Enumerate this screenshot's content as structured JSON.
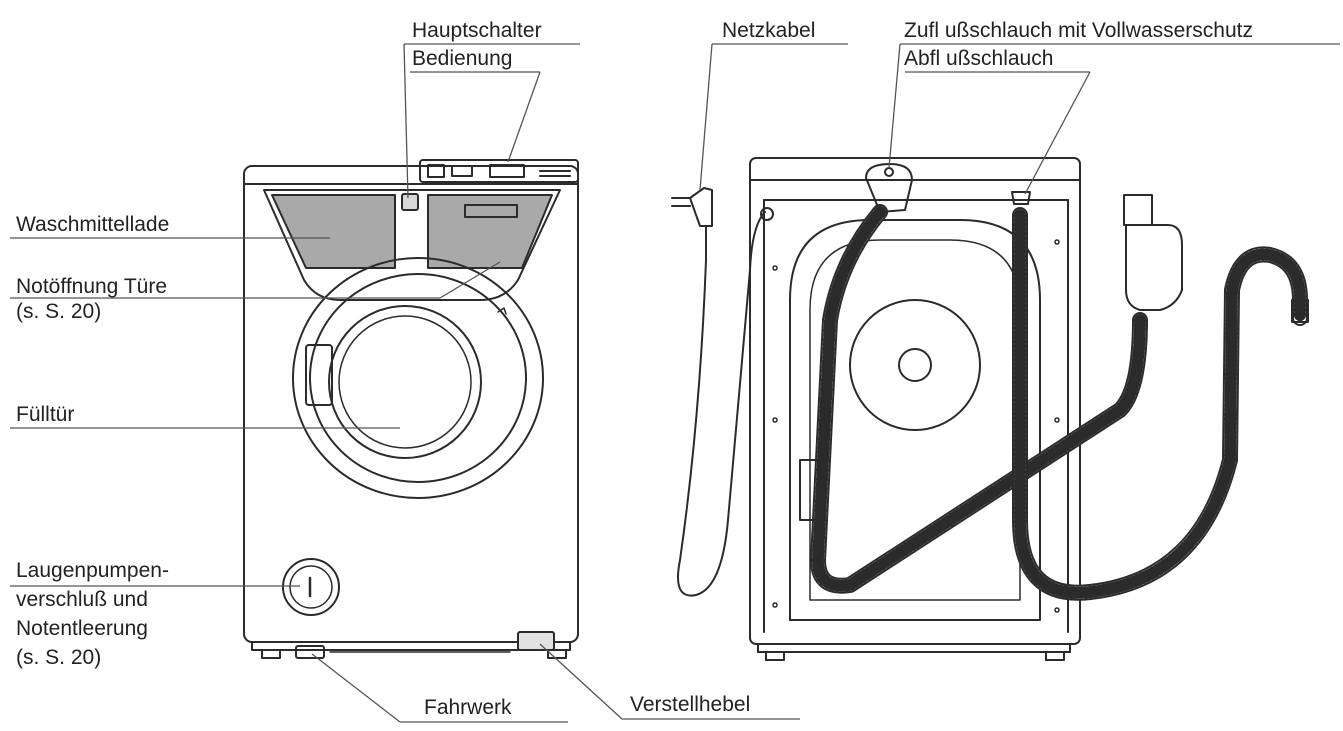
{
  "labels": {
    "hauptschalter": "Hauptschalter",
    "bedienung": "Bedienung",
    "netzkabel": "Netzkabel",
    "zulaufschlauch": "Zufl ußschlauch mit Vollwasserschutz",
    "ablaufschlauch": "Abfl ußschlauch",
    "waschmittellade": "Waschmittellade",
    "notoeffnung": "Notöffnung Türe\n(s. S. 20)",
    "fuelltuer": "Fülltür",
    "laugenpumpe": "Laugenpumpen-\nverschluß und\nNotentleerung\n(s. S. 20)",
    "fahrwerk": "Fahrwerk",
    "verstellhebel": "Verstellhebel"
  },
  "colors": {
    "line": "#2b2b2b",
    "leader": "#555555",
    "panel_fill": "#a9a9a9",
    "text": "#222222",
    "background": "#ffffff"
  }
}
